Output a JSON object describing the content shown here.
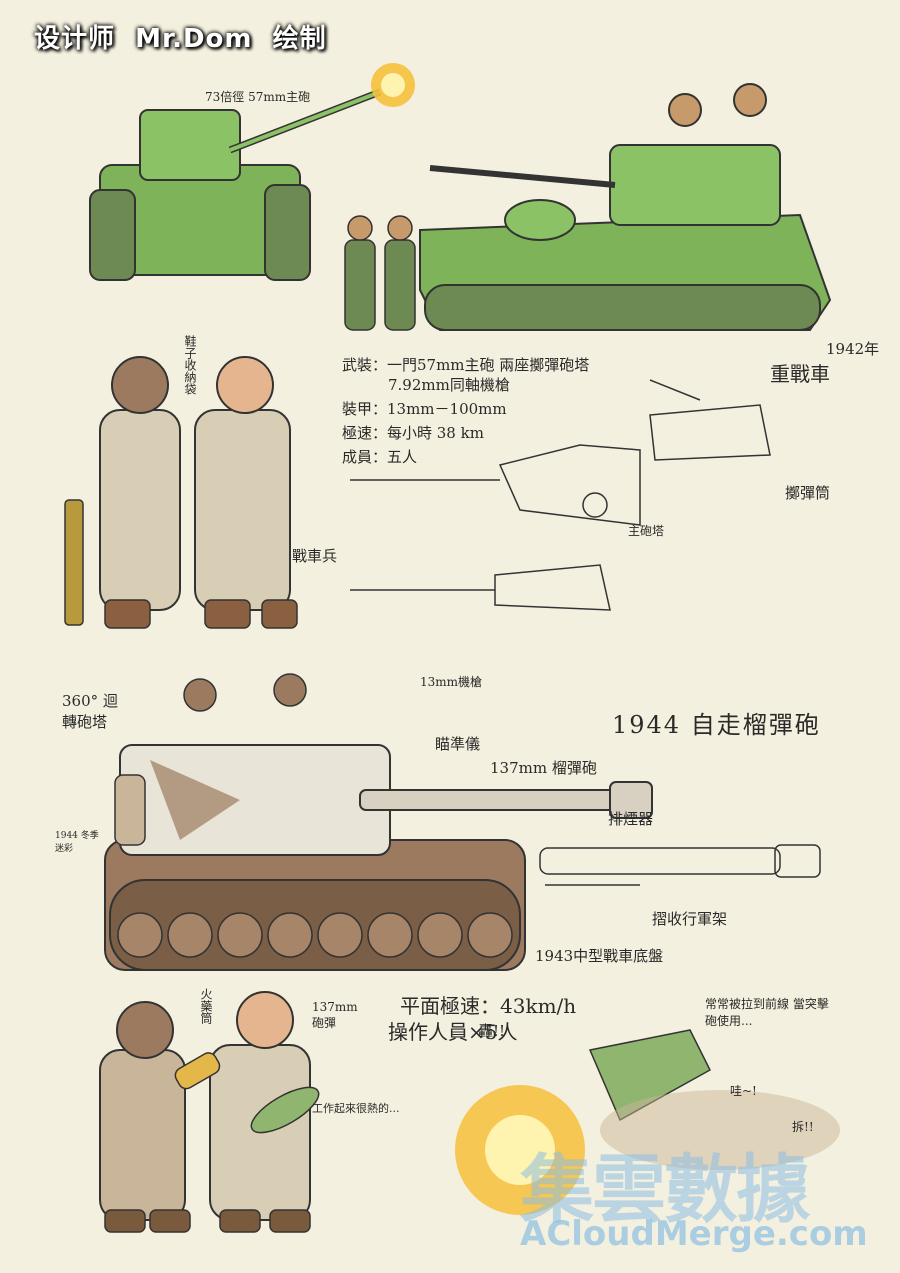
{
  "credit": "设计师  Mr.Dom  绘制",
  "top": {
    "gun_caliber_label": "73倍徑 57mm主砲",
    "year": "1942年",
    "vehicle_name": "重戰車",
    "specs": [
      "武裝：一門57mm主砲 兩座擲彈砲塔",
      "7.92mm同軸機槍",
      "裝甲：13mm－100mm",
      "極速：每小時 38 km",
      "成員：五人"
    ],
    "grenade_tube_label": "擲彈筒",
    "main_turret_label": "主砲塔",
    "crew_label": "戰車兵",
    "bag_label": "鞋子收納袋"
  },
  "bottom": {
    "title": "1944 自走榴彈砲",
    "rotating_turret": "360° 迴轉砲塔",
    "mg_label": "13mm機槍",
    "sight_label": "瞄準儀",
    "howitzer_label": "137mm 榴彈砲",
    "smoke_ejector_label": "排煙器",
    "travel_lock_label": "摺收行軍架",
    "chassis_label": "1943中型戰車底盤",
    "camo_note": "1944 冬季迷彩",
    "speed": "平面極速：43km/h",
    "crew_count": "操作人員×5人",
    "front_note": "常常被拉到前線 當突擊砲使用...",
    "propellant_label": "火藥筒",
    "shell_label": "137mm 砲彈",
    "hot_note": "工作起來很熱的...",
    "exclaim_1": "轟!!",
    "exclaim_2": "哇~!",
    "exclaim_3": "拆!!"
  },
  "watermark": {
    "cn": "集雲數據",
    "en": "ACloudMerge.com"
  },
  "colors": {
    "paper": "#f4f0df",
    "tank_green": "#7fb35a",
    "tank_green_dark": "#4e7f36",
    "camo_white": "#e9e4d8",
    "camo_brown": "#9b7a5f",
    "khaki": "#d8cdb5",
    "muzzle_flash": "#f6c03b"
  }
}
